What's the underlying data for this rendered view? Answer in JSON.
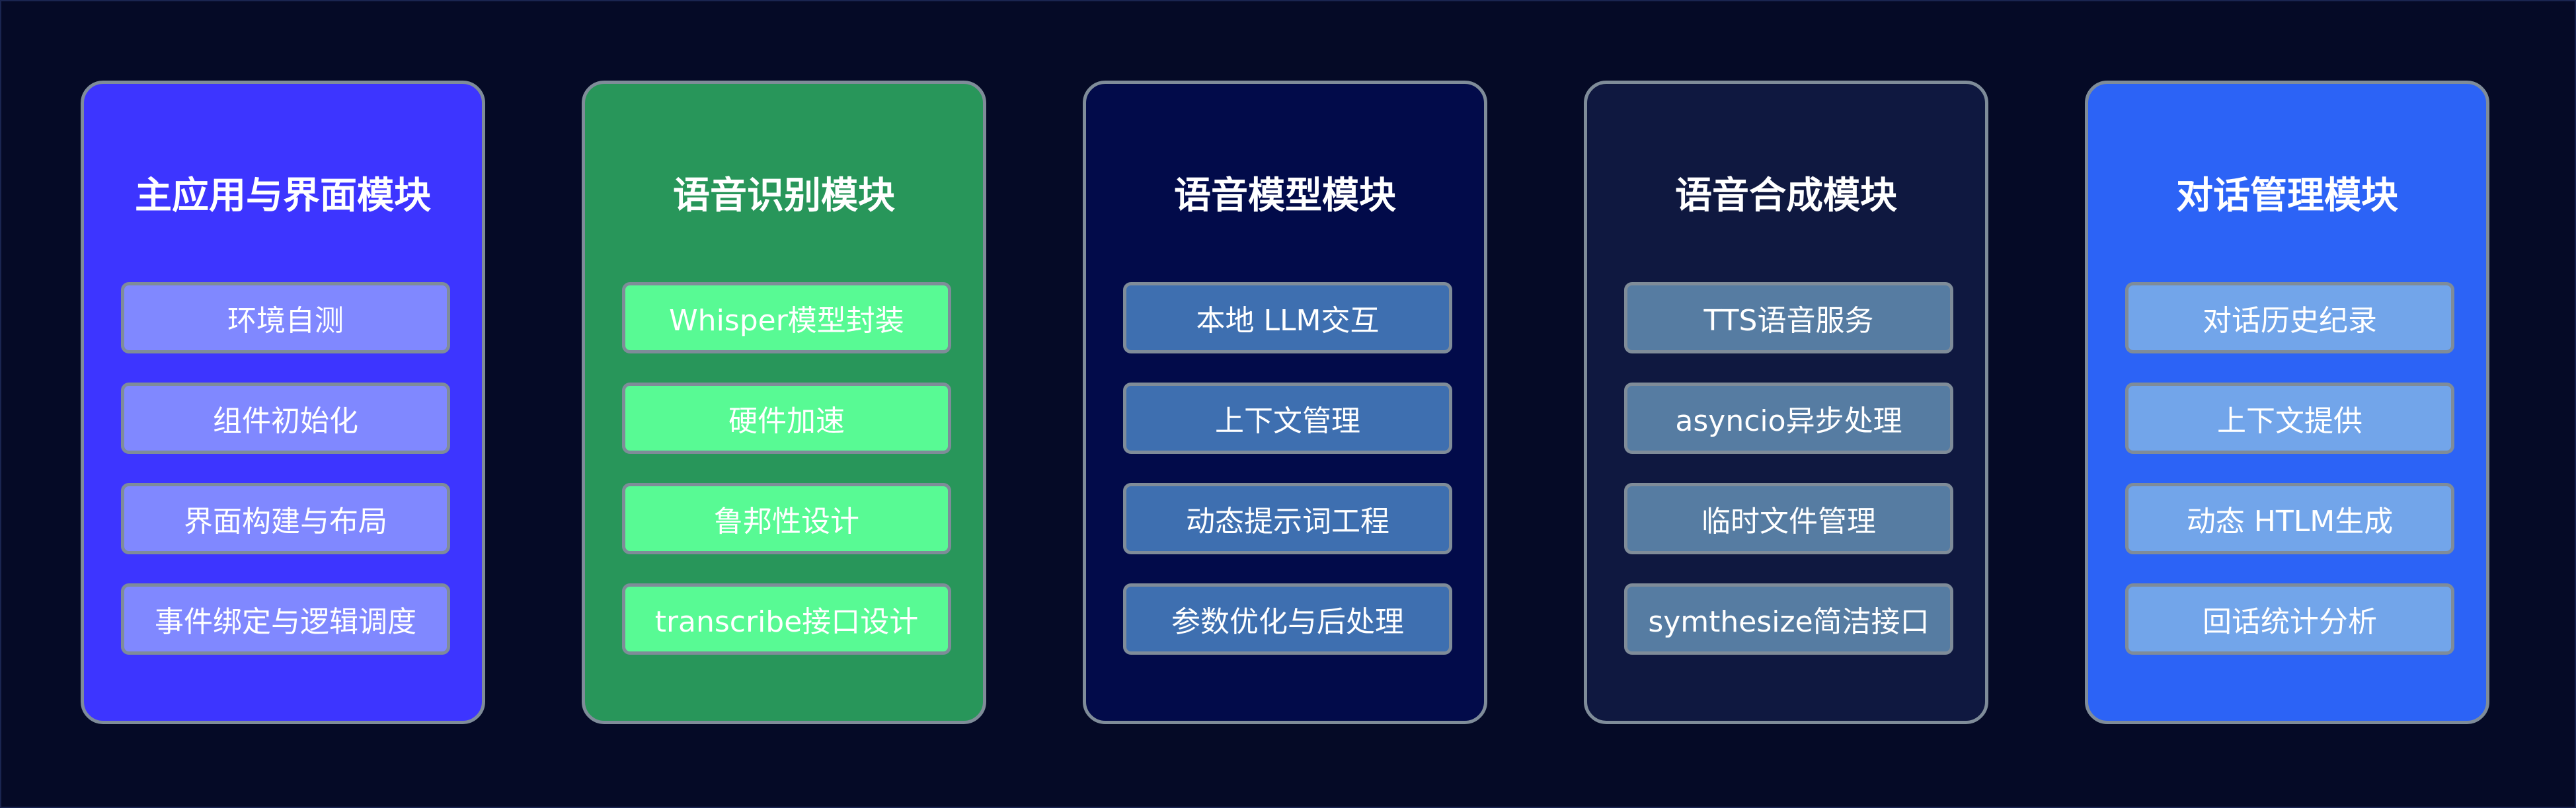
{
  "modules": [
    {
      "title": "主应用与界面模块",
      "bg": "#3d35ff",
      "item_bg": "#8088ff",
      "items": [
        "环境自测",
        "组件初始化",
        "界面构建与布局",
        "事件绑定与逻辑调度"
      ]
    },
    {
      "title": "语音识别模块",
      "bg": "#28965a",
      "item_bg": "#58fa94",
      "items": [
        "Whisper模型封装",
        "硬件加速",
        "鲁邦性设计",
        "transcribe接口设计"
      ]
    },
    {
      "title": "语音模型模块",
      "bg": "#020b4a",
      "item_bg": "#3e6fb0",
      "items": [
        "本地 LLM交互",
        "上下文管理",
        "动态提示词工程",
        "参数优化与后处理"
      ]
    },
    {
      "title": "语音合成模块",
      "bg": "#0f1840",
      "item_bg": "#567ca2",
      "items": [
        "TTS语音服务",
        "asyncio异步处理",
        "临时文件管理",
        "symthesize简洁接口"
      ]
    },
    {
      "title": "对话管理模块",
      "bg": "#2c63f6",
      "item_bg": "#72a5ea",
      "items": [
        "对话历史纪录",
        "上下文提供",
        "动态 HTLM生成",
        "回话统计分析"
      ]
    }
  ]
}
